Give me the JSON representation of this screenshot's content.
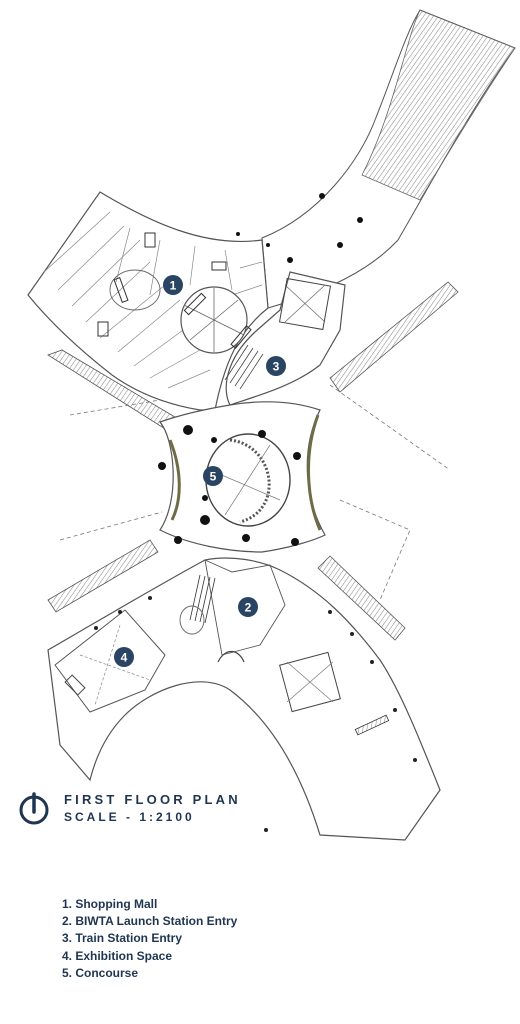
{
  "plan_title": "FIRST FLOOR PLAN",
  "plan_scale": "SCALE - 1:2100",
  "north_icon": "north-arrow-icon",
  "markers": [
    "1",
    "2",
    "3",
    "4",
    "5"
  ],
  "legend": [
    "1. Shopping Mall",
    "2. BIWTA Launch Station Entry",
    "3. Train Station Entry",
    "4. Exhibition Space",
    "5. Concourse"
  ],
  "colors": {
    "marker_fill": "#2a4463",
    "text": "#1f3550",
    "line": "#4a4a4a",
    "hatch": "#9a9a9a",
    "accent_green": "#6e6b45"
  }
}
